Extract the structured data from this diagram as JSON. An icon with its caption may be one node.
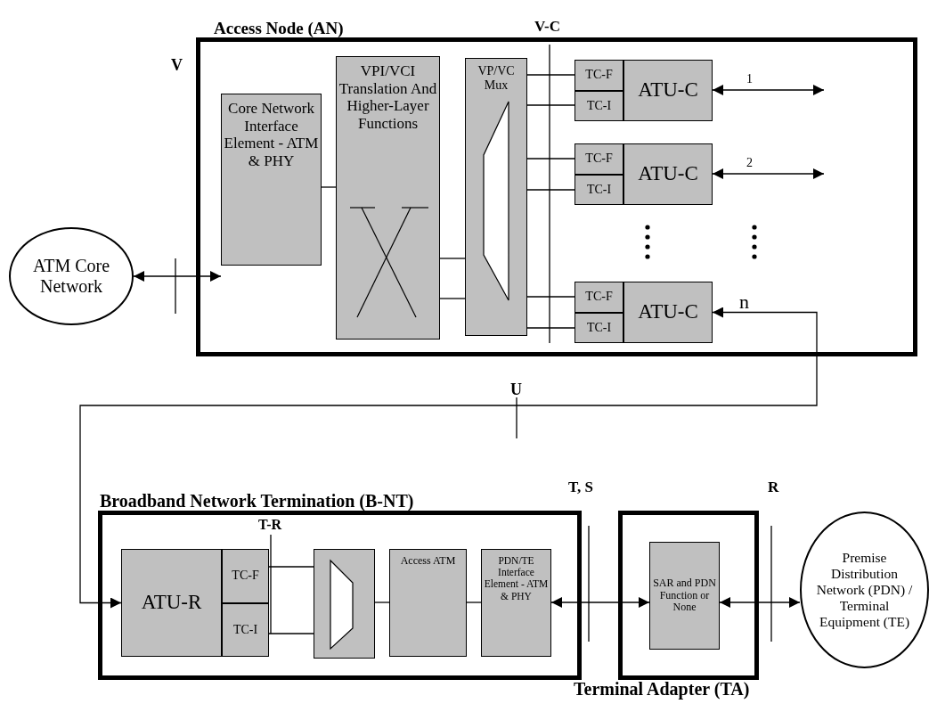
{
  "diagram": {
    "nodes": [
      {
        "text": [
          "Access Node (AN)"
        ]
      },
      {
        "text": [
          "ATM Core Network"
        ]
      },
      {
        "text": [
          "Core Network Interface Element - ATM & PHY"
        ],
        "in": 0
      },
      {
        "text": [
          "VPI/VCI Translation And Higher-Layer Functions"
        ],
        "in": 0
      },
      {
        "text": [
          "VP/VC Mux"
        ],
        "in": 0
      },
      {
        "text": [
          "TC-F"
        ],
        "in": 0
      },
      {
        "text": [
          "TC-I"
        ],
        "in": 0
      },
      {
        "text": [
          "ATU-C"
        ],
        "in": 0
      },
      {
        "text": [
          "TC-F"
        ],
        "in": 0
      },
      {
        "text": [
          "TC-I"
        ],
        "in": 0
      },
      {
        "text": [
          "ATU-C"
        ],
        "in": 0
      },
      {
        "text": [
          "TC-F"
        ],
        "in": 0
      },
      {
        "text": [
          "TC-I"
        ],
        "in": 0
      },
      {
        "text": [
          "ATU-C"
        ],
        "in": 0
      },
      {
        "text": [
          "Broadband Network Termination (B-NT)"
        ]
      },
      {
        "text": [
          "ATU-R"
        ],
        "in": 14
      },
      {
        "text": [
          "TC-F"
        ],
        "in": 14
      },
      {
        "text": [
          "TC-I"
        ],
        "in": 14
      },
      {
        "text": [],
        "shape": "box",
        "in": 14
      },
      {
        "text": [
          "Access ATM"
        ],
        "in": 14
      },
      {
        "text": [
          "PDN/TE Interface Element - ATM & PHY"
        ],
        "in": 14
      },
      {
        "text": [
          "Terminal Adapter (TA)"
        ]
      },
      {
        "text": [
          "SAR and PDN Function or None"
        ],
        "in": 21
      },
      {
        "text": [
          "Premise Distribution Network (PDN) / Terminal Equipment (TE)"
        ]
      },
      {
        "text": [],
        "shape": "trapezoid",
        "in": 4
      },
      {
        "text": [],
        "shape": "trapezoid",
        "in": 18
      }
    ],
    "edges": [
      {
        "from": 1,
        "to": 2,
        "arrow": "both"
      },
      {
        "from": 2,
        "to": 3,
        "arrow": "none"
      },
      {
        "from": 3,
        "to": 4,
        "arrow": "none"
      },
      {
        "from": 3,
        "to": 4,
        "arrow": "none"
      },
      {
        "from": 4,
        "to": 5,
        "arrow": "none"
      },
      {
        "from": 4,
        "to": 6,
        "arrow": "none"
      },
      {
        "from": 4,
        "to": 8,
        "arrow": "none"
      },
      {
        "from": 4,
        "to": 9,
        "arrow": "none"
      },
      {
        "from": 4,
        "to": 11,
        "arrow": "none"
      },
      {
        "from": 4,
        "to": 12,
        "arrow": "none"
      },
      {
        "from": 7,
        "to": null,
        "arrow": "both",
        "label": "1"
      },
      {
        "from": 10,
        "to": null,
        "arrow": "both",
        "label": "2"
      },
      {
        "from": 13,
        "to": 15,
        "arrow": "both",
        "label": "n"
      },
      {
        "from": 16,
        "to": 18,
        "arrow": "none"
      },
      {
        "from": 17,
        "to": 18,
        "arrow": "none"
      },
      {
        "from": 18,
        "to": 19,
        "arrow": "none"
      },
      {
        "from": 19,
        "to": 20,
        "arrow": "none"
      },
      {
        "from": 20,
        "to": 22,
        "arrow": "both"
      },
      {
        "from": 22,
        "to": 23,
        "arrow": "both"
      }
    ],
    "labels": [
      "V-C",
      "V",
      "U",
      "T, S",
      "R",
      "T-R"
    ]
  }
}
